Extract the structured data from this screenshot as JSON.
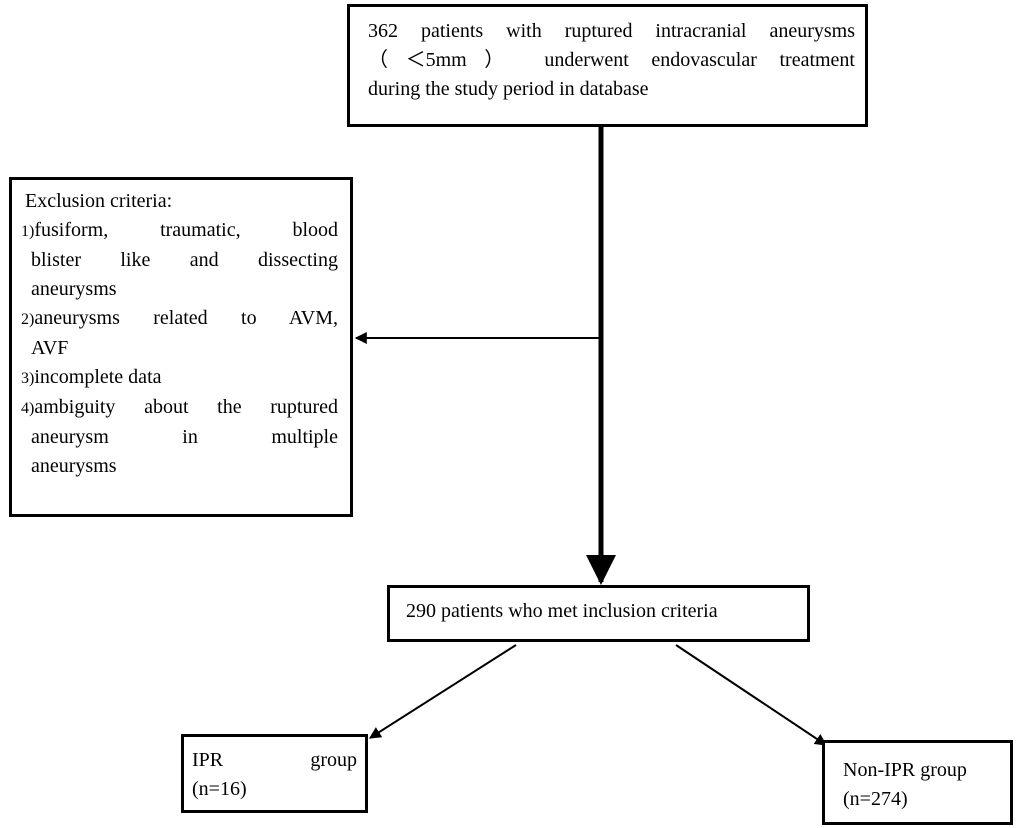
{
  "flowchart": {
    "top_box": {
      "lines": [
        "362 patients with ruptured intracranial aneurysms",
        "（＜5mm） underwent endovascular treatment",
        "during the study period in database"
      ]
    },
    "exclusion_box": {
      "heading": "Exclusion criteria:",
      "items": [
        {
          "index": "1)",
          "lines": [
            "fusiform, traumatic, blood",
            "blister like and dissecting",
            "aneurysms"
          ]
        },
        {
          "index": "2)",
          "lines": [
            "aneurysms related to AVM,",
            "AVF"
          ]
        },
        {
          "index": "3)",
          "lines": [
            "incomplete data"
          ]
        },
        {
          "index": "4)",
          "lines": [
            "ambiguity about the ruptured",
            "aneurysm in multiple",
            "aneurysms"
          ]
        }
      ]
    },
    "inclusion_box": {
      "text": "290 patients who met inclusion criteria"
    },
    "ipr_box": {
      "line1": "IPR group",
      "line2": "(n=16)"
    },
    "non_ipr_box": {
      "line1": "Non-IPR group",
      "line2": "(n=274)"
    },
    "colors": {
      "stroke": "#000000",
      "background": "#ffffff"
    }
  }
}
